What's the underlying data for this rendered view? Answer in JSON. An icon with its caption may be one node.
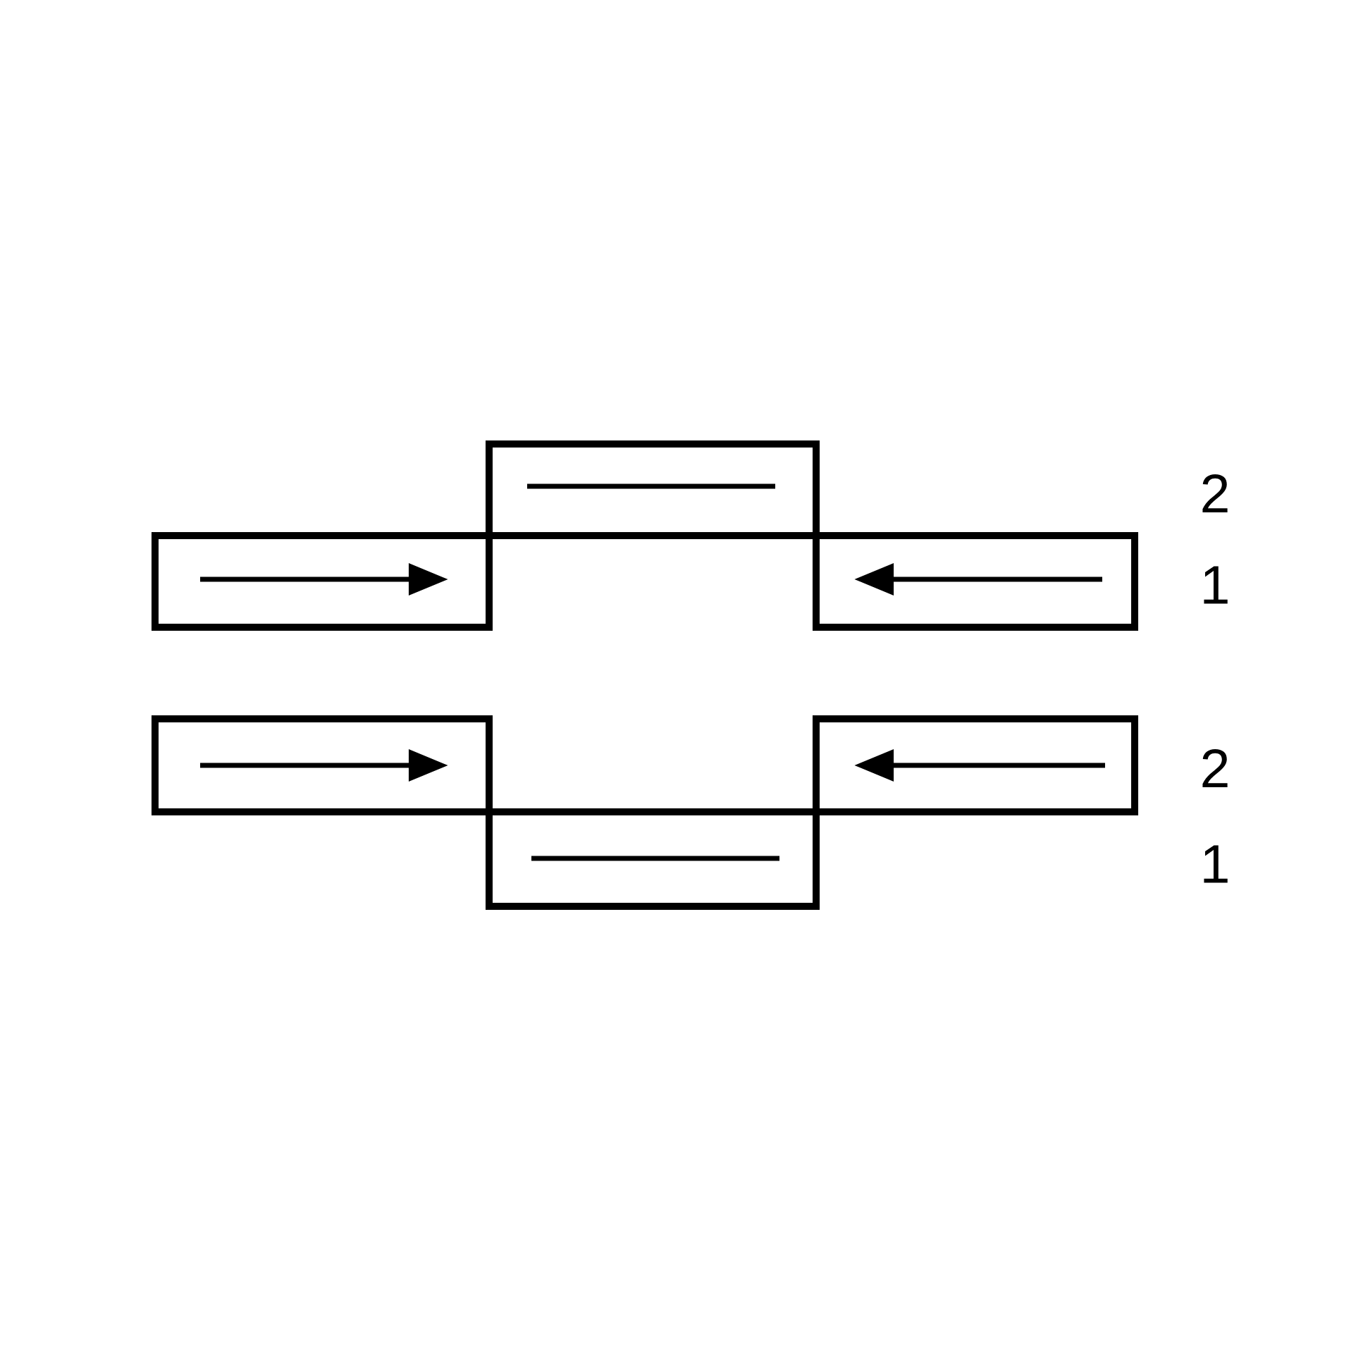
{
  "diagram": {
    "nodes": [
      {
        "text": [],
        "shape": "box"
      },
      {
        "text": [],
        "shape": "box"
      },
      {
        "text": [],
        "shape": "box"
      },
      {
        "text": [],
        "shape": "box"
      },
      {
        "text": [],
        "shape": "box"
      },
      {
        "text": [],
        "shape": "box"
      }
    ],
    "labels": [
      "2",
      "1",
      "2",
      "1"
    ]
  }
}
